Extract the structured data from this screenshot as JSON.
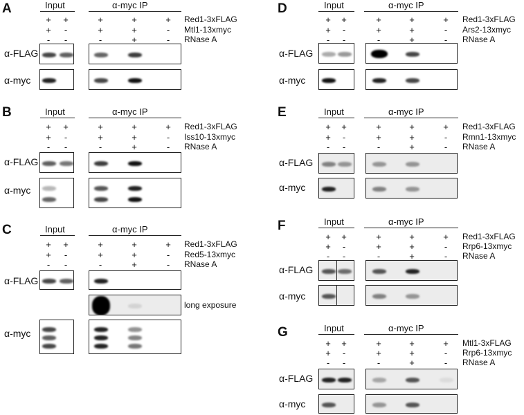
{
  "headers": {
    "input": "Input",
    "ip": "α-myc IP"
  },
  "blot_labels": {
    "flag": "α-FLAG",
    "myc": "α-myc",
    "long_exposure": "long exposure"
  },
  "symbols": {
    "plus": "+",
    "minus": "-"
  },
  "panels": {
    "A": {
      "letter": "A",
      "conditions": [
        "Red1-3xFLAG",
        "Mtl1-13xmyc",
        "RNase A"
      ]
    },
    "B": {
      "letter": "B",
      "conditions": [
        "Red1-3xFLAG",
        "Iss10-13xmyc",
        "RNase A"
      ]
    },
    "C": {
      "letter": "C",
      "conditions": [
        "Red1-3xFLAG",
        "Red5-13xmyc",
        "RNase A"
      ]
    },
    "D": {
      "letter": "D",
      "conditions": [
        "Red1-3xFLAG",
        "Ars2-13xmyc",
        "RNase A"
      ]
    },
    "E": {
      "letter": "E",
      "conditions": [
        "Red1-3xFLAG",
        "Rmn1-13xmyc",
        "RNase A"
      ]
    },
    "F": {
      "letter": "F",
      "conditions": [
        "Red1-3xFLAG",
        "Rrp6-13xmyc",
        "RNase A"
      ]
    },
    "G": {
      "letter": "G",
      "conditions": [
        "Mtl1-3xFLAG",
        "Rrp6-13xmyc",
        "RNase A"
      ]
    }
  }
}
